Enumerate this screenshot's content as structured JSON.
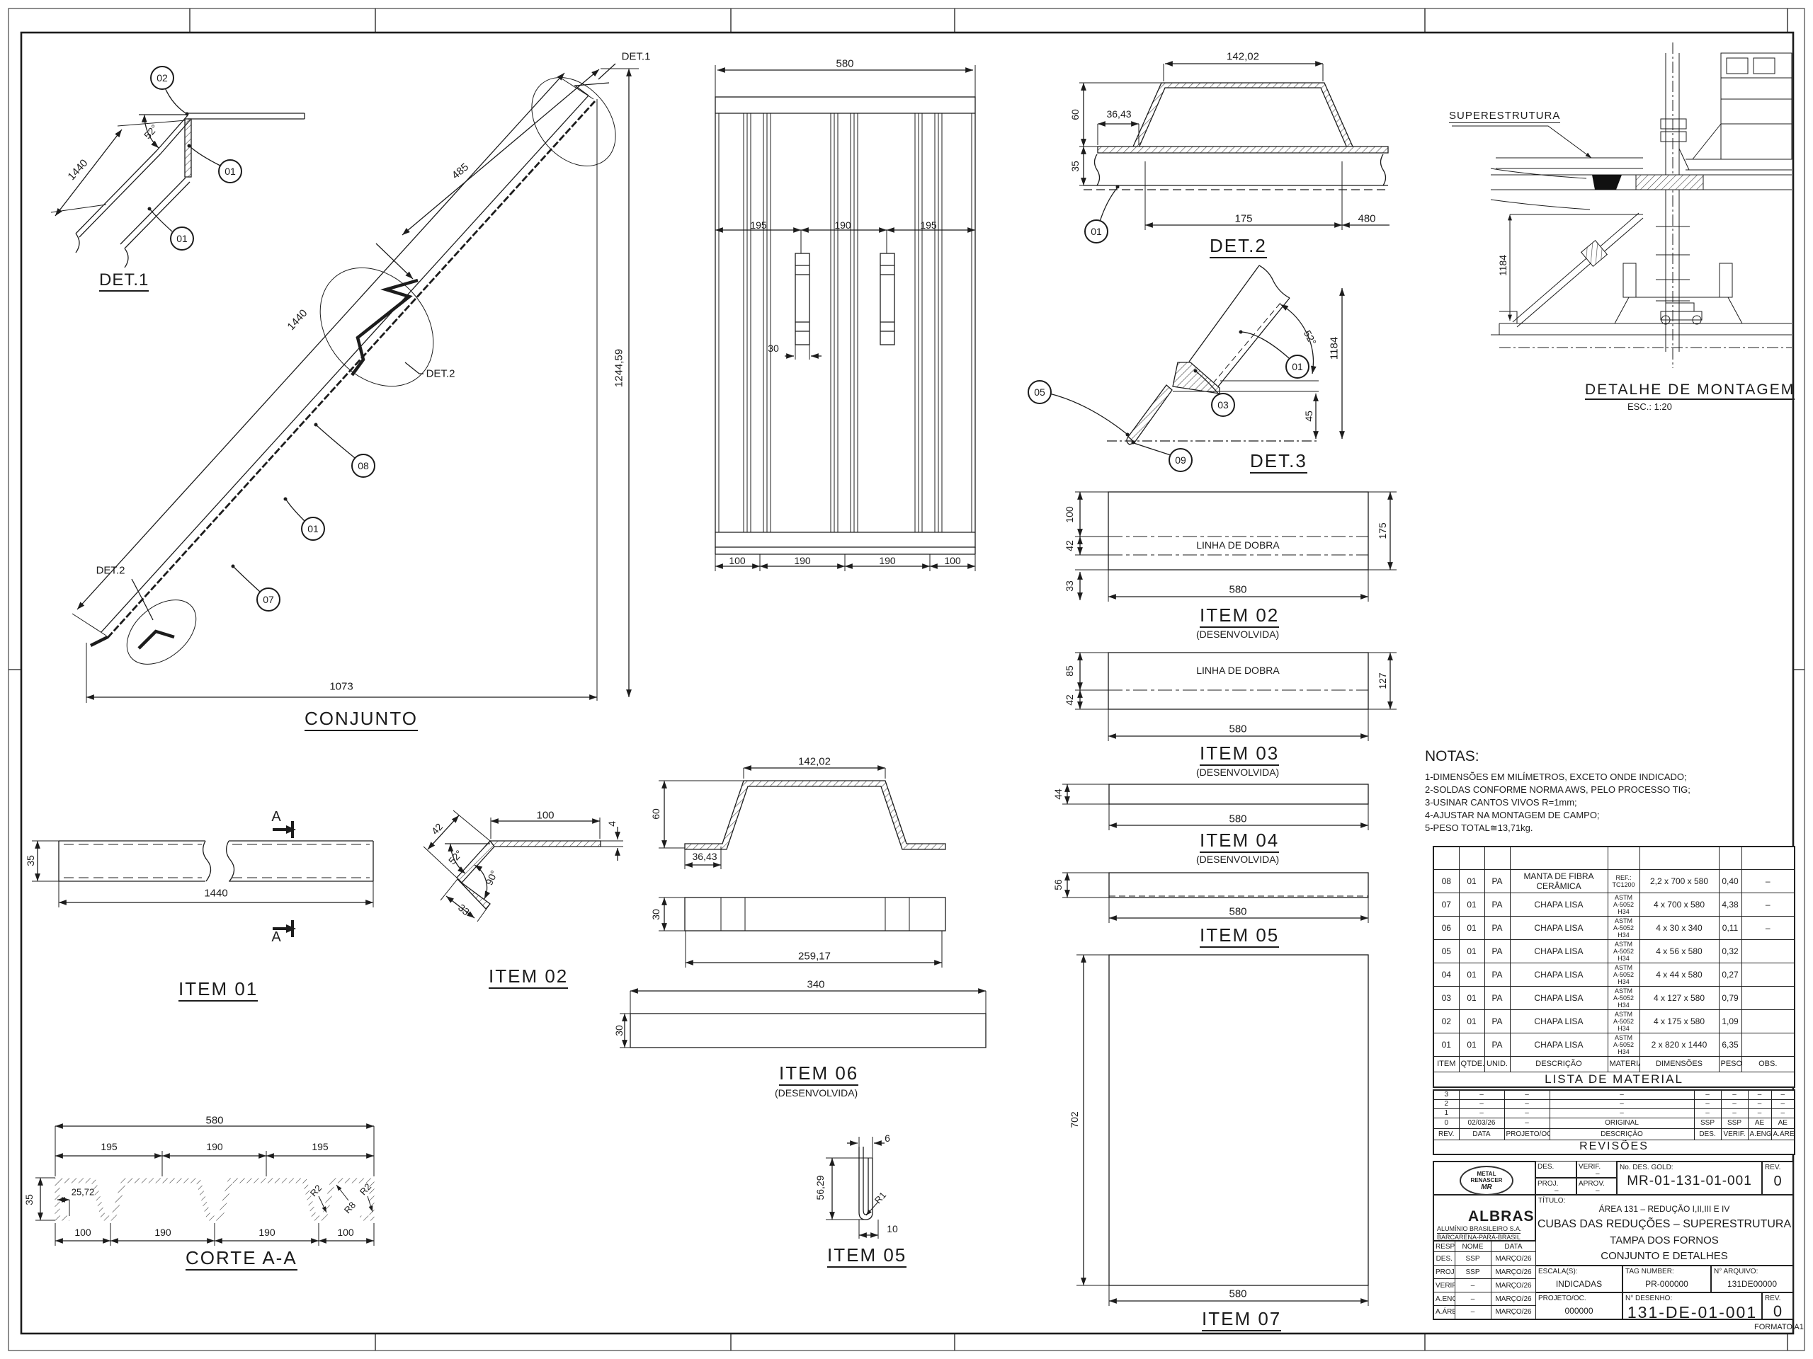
{
  "sheet": {
    "formato": "FORMATO A1"
  },
  "views": {
    "det1": {
      "title": "DET.1",
      "b02": "02",
      "b01": "01",
      "d1440": "1440",
      "a52": "52°"
    },
    "conjunto": {
      "title": "CONJUNTO",
      "det1_ref": "DET.1",
      "det2_ref": "DET.2",
      "d485": "485",
      "d1440": "1440",
      "d1244": "1244,59",
      "d1073": "1073",
      "b08": "08",
      "b01": "01",
      "b07": "07"
    },
    "plan": {
      "d580": "580",
      "d195": "195",
      "d190": "190",
      "d30": "30",
      "d100": "100"
    },
    "det2": {
      "title": "DET.2",
      "d14202": "142,02",
      "d3643": "36,43",
      "d60": "60",
      "d35": "35",
      "d175": "175",
      "d480": "480",
      "b01": "01"
    },
    "det3": {
      "title": "DET.3",
      "b05": "05",
      "b03": "03",
      "b01": "01",
      "b09": "09",
      "a52": "52°",
      "d1184": "1184",
      "d45": "45"
    },
    "montagem": {
      "title": "DETALHE DE MONTAGEM",
      "esc": "ESC.: 1:20",
      "superestrutura": "SUPERESTRUTURA",
      "d1184": "1184"
    },
    "item02dev": {
      "title": "ITEM 02",
      "sub": "(DESENVOLVIDA)",
      "fold": "LINHA DE DOBRA",
      "d100": "100",
      "d42": "42",
      "d33": "33",
      "d175": "175",
      "d580": "580"
    },
    "item03dev": {
      "title": "ITEM 03",
      "sub": "(DESENVOLVIDA)",
      "fold": "LINHA DE DOBRA",
      "d85": "85",
      "d42": "42",
      "d127": "127",
      "d580": "580"
    },
    "item04dev": {
      "title": "ITEM 04",
      "sub": "(DESENVOLVIDA)",
      "d44": "44",
      "d580": "580"
    },
    "item05strip": {
      "title": "ITEM 05",
      "d56": "56",
      "d580": "580"
    },
    "item07": {
      "title": "ITEM 07",
      "d702": "702",
      "d580": "580"
    },
    "item01": {
      "title": "ITEM 01",
      "d35": "35",
      "d1440": "1440",
      "section": "A"
    },
    "item02prof": {
      "title": "ITEM 02",
      "d42": "42",
      "d100": "100",
      "d4": "4",
      "a52": "52°",
      "a90": "90°",
      "d33": "33"
    },
    "item06": {
      "title": "ITEM 06",
      "sub": "(DESENVOLVIDA)",
      "d14202": "142,02",
      "d60": "60",
      "d3643": "36,43",
      "d30": "30",
      "d25917": "259,17",
      "d340": "340"
    },
    "corte": {
      "title": "CORTE A-A",
      "d580": "580",
      "d195": "195",
      "d190": "190",
      "d2572": "25,72",
      "d35": "35",
      "d100": "100",
      "r2": "R2",
      "r8": "R8"
    },
    "item05prof": {
      "title": "ITEM 05",
      "d6": "6",
      "d5629": "56,29",
      "r1": "R1",
      "d10": "10"
    }
  },
  "notas": {
    "title": "NOTAS:",
    "lines": [
      "1-DIMENSÕES EM MILÍMETROS, EXCETO ONDE INDICADO;",
      "2-SOLDAS CONFORME NORMA AWS, PELO PROCESSO TIG;",
      "3-USINAR CANTOS VIVOS R=1mm;",
      "4-AJUSTAR NA MONTAGEM DE CAMPO;",
      "5-PESO TOTAL≅13,71kg."
    ]
  },
  "bom": {
    "title": "LISTA DE MATERIAL",
    "headers": {
      "item": "ITEM",
      "qtde": "QTDE.",
      "unid": "UNID.",
      "desc": "DESCRIÇÃO",
      "mat": "MATERIAL",
      "dim": "DIMENSÕES",
      "peso": "PESO",
      "obs": "OBS."
    },
    "rows": [
      {
        "item": "08",
        "qtde": "01",
        "unid": "PA",
        "desc": "MANTA DE FIBRA CERÂMICA",
        "mat": "REF.:\nTC1200",
        "dim": "2,2 x 700 x 580",
        "peso": "0,40",
        "obs": "–"
      },
      {
        "item": "07",
        "qtde": "01",
        "unid": "PA",
        "desc": "CHAPA LISA",
        "mat": "ASTM\nA-5052\nH34",
        "dim": "4 x 700 x 580",
        "peso": "4,38",
        "obs": "–"
      },
      {
        "item": "06",
        "qtde": "01",
        "unid": "PA",
        "desc": "CHAPA LISA",
        "mat": "ASTM\nA-5052\nH34",
        "dim": "4 x 30 x 340",
        "peso": "0,11",
        "obs": "–"
      },
      {
        "item": "05",
        "qtde": "01",
        "unid": "PA",
        "desc": "CHAPA LISA",
        "mat": "ASTM\nA-5052\nH34",
        "dim": "4 x 56 x 580",
        "peso": "0,32",
        "obs": ""
      },
      {
        "item": "04",
        "qtde": "01",
        "unid": "PA",
        "desc": "CHAPA LISA",
        "mat": "ASTM\nA-5052\nH34",
        "dim": "4 x 44 x 580",
        "peso": "0,27",
        "obs": ""
      },
      {
        "item": "03",
        "qtde": "01",
        "unid": "PA",
        "desc": "CHAPA LISA",
        "mat": "ASTM\nA-5052\nH34",
        "dim": "4 x 127 x 580",
        "peso": "0,79",
        "obs": ""
      },
      {
        "item": "02",
        "qtde": "01",
        "unid": "PA",
        "desc": "CHAPA LISA",
        "mat": "ASTM\nA-5052\nH34",
        "dim": "4 x 175 x 580",
        "peso": "1,09",
        "obs": ""
      },
      {
        "item": "01",
        "qtde": "01",
        "unid": "PA",
        "desc": "CHAPA LISA",
        "mat": "ASTM\nA-5052\nH34",
        "dim": "2 x 820 x 1440",
        "peso": "6,35",
        "obs": ""
      }
    ]
  },
  "revisions": {
    "title": "REVISÕES",
    "headers": {
      "rev": "REV.",
      "data": "DATA",
      "proj": "PROJETO/OC.",
      "desc": "DESCRIÇÃO",
      "des": "DES.",
      "verif": "VERIF.",
      "aeng": "A.ENG.",
      "aarea": "A.ÁREA"
    },
    "rows": [
      {
        "rev": "3",
        "data": "–",
        "proj": "–",
        "desc": "–",
        "des": "–",
        "verif": "–",
        "aeng": "–",
        "aarea": "–"
      },
      {
        "rev": "2",
        "data": "–",
        "proj": "–",
        "desc": "–",
        "des": "–",
        "verif": "–",
        "aeng": "–",
        "aarea": "–"
      },
      {
        "rev": "1",
        "data": "–",
        "proj": "–",
        "desc": "–",
        "des": "–",
        "verif": "–",
        "aeng": "–",
        "aarea": "–"
      },
      {
        "rev": "0",
        "data": "02/03/26",
        "proj": "–",
        "desc": "ORIGINAL",
        "des": "SSP",
        "verif": "SSP",
        "aeng": "AE",
        "aarea": "AE"
      }
    ]
  },
  "titleblock": {
    "logo_line1": "METAL",
    "logo_line2": "RENASCER",
    "logo_mr": "MR",
    "des_label": "DES.",
    "des_value": "",
    "verif_label": "VERIF.",
    "verif_value": "–",
    "proj_label": "PROJ.",
    "proj_value": "–",
    "aprov_label": "APROV.",
    "aprov_value": "–",
    "gold_label": "No. DES. GOLD:",
    "gold_value": "MR-01-131-01-001",
    "rev_label": "REV.",
    "rev_value": "0",
    "albras": "ALBRAS",
    "albras_line1": "ALUMÍNIO BRASILEIRO S.A.",
    "albras_line2": "BARCARENA-PARÁ-BRASIL",
    "resp_header": {
      "resp": "RESP.",
      "nome": "NOME",
      "data": "DATA"
    },
    "resp_rows": [
      {
        "resp": "DES.",
        "nome": "SSP",
        "data": "MARÇO/26"
      },
      {
        "resp": "PROJ.",
        "nome": "SSP",
        "data": "MARÇO/26"
      },
      {
        "resp": "VERIF.",
        "nome": "–",
        "data": "MARÇO/26"
      },
      {
        "resp": "A.ENG.",
        "nome": "–",
        "data": "MARÇO/26"
      },
      {
        "resp": "A.ÁREA",
        "nome": "–",
        "data": "MARÇO/26"
      }
    ],
    "titulo_label": "TÍTULO:",
    "titulo_line1": "ÁREA 131 – REDUÇÃO I,II,III E IV",
    "titulo_line2": "CUBAS DAS REDUÇÕES – SUPERESTRUTURA",
    "titulo_line3": "TAMPA DOS FORNOS",
    "titulo_line4": "CONJUNTO E DETALHES",
    "escala_label": "ESCALA(S):",
    "escala_value": "INDICADAS",
    "tag_label": "TAG NUMBER:",
    "tag_value": "PR-000000",
    "arquivo_label": "N° ARQUIVO:",
    "arquivo_value": "131DE00000",
    "projeto_label": "PROJETO/OC.",
    "projeto_value": "000000",
    "desenho_label": "N° DESENHO:",
    "desenho_value": "131-DE-01-001",
    "rev2_label": "REV.",
    "rev2_value": "0"
  }
}
